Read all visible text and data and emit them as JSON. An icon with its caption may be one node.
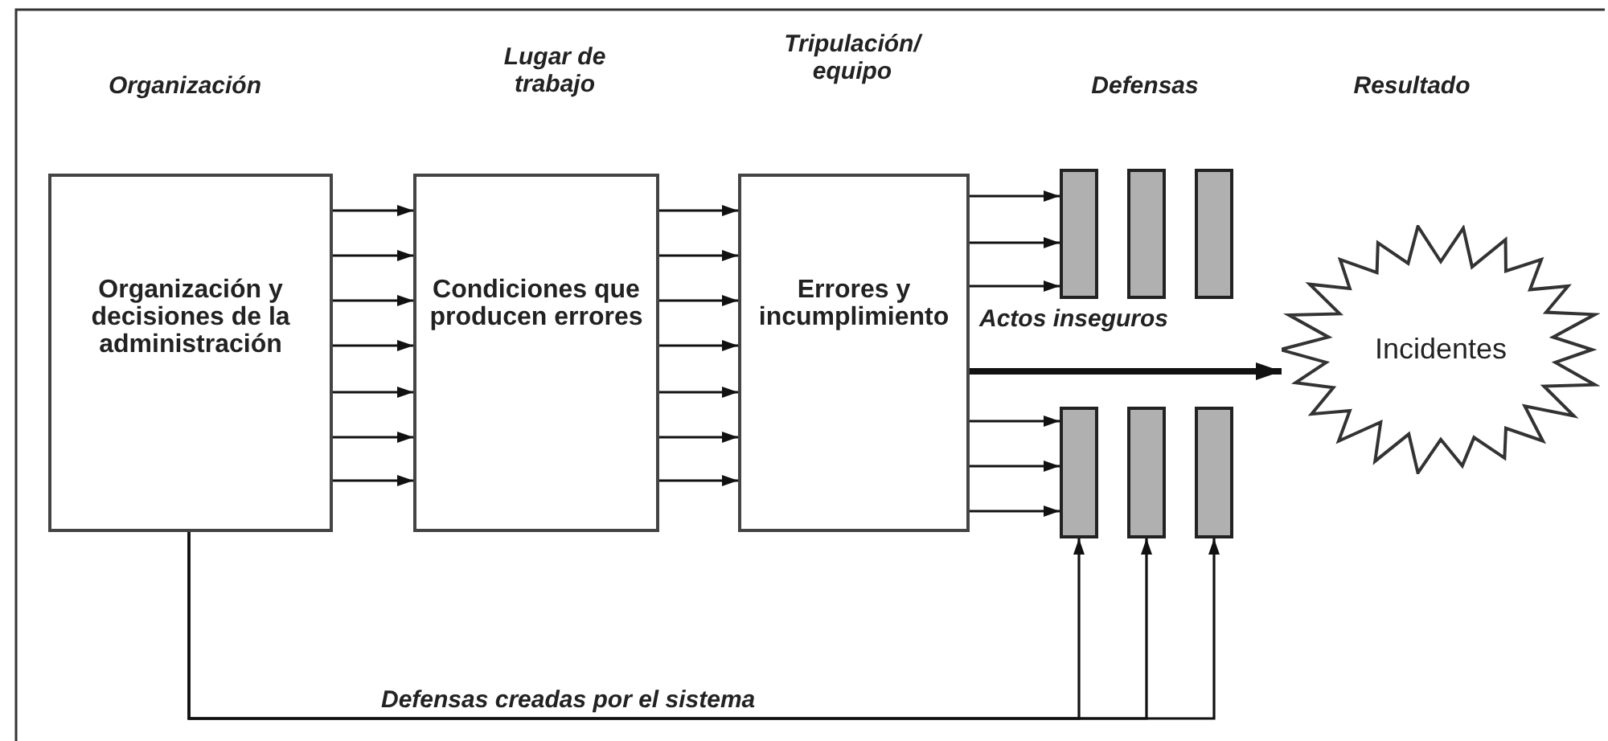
{
  "diagram": {
    "nodes": [
      {
        "text": [
          "Organización y decisiones de la administración"
        ]
      },
      {
        "text": [
          "Condiciones que producen errores"
        ]
      },
      {
        "text": [
          "Errores y incumplimiento"
        ]
      },
      {
        "text": [],
        "shape": "bar"
      },
      {
        "text": [],
        "shape": "bar"
      },
      {
        "text": [],
        "shape": "bar"
      },
      {
        "text": [],
        "shape": "bar"
      },
      {
        "text": [],
        "shape": "bar"
      },
      {
        "text": [],
        "shape": "bar"
      },
      {
        "text": [
          "Incidentes"
        ]
      }
    ],
    "edges": [
      {
        "from": 0,
        "to": 1,
        "arrow": "to"
      },
      {
        "from": 0,
        "to": 1,
        "arrow": "to"
      },
      {
        "from": 0,
        "to": 1,
        "arrow": "to"
      },
      {
        "from": 0,
        "to": 1,
        "arrow": "to"
      },
      {
        "from": 0,
        "to": 1,
        "arrow": "to"
      },
      {
        "from": 0,
        "to": 1,
        "arrow": "to"
      },
      {
        "from": 0,
        "to": 1,
        "arrow": "to"
      },
      {
        "from": 1,
        "to": 2,
        "arrow": "to"
      },
      {
        "from": 1,
        "to": 2,
        "arrow": "to"
      },
      {
        "from": 1,
        "to": 2,
        "arrow": "to"
      },
      {
        "from": 1,
        "to": 2,
        "arrow": "to"
      },
      {
        "from": 1,
        "to": 2,
        "arrow": "to"
      },
      {
        "from": 1,
        "to": 2,
        "arrow": "to"
      },
      {
        "from": 1,
        "to": 2,
        "arrow": "to"
      },
      {
        "from": 2,
        "to": 3,
        "arrow": "to"
      },
      {
        "from": 2,
        "to": 3,
        "arrow": "to"
      },
      {
        "from": 2,
        "to": 3,
        "arrow": "to"
      },
      {
        "from": 2,
        "to": 9,
        "arrow": "to",
        "label": "Actos inseguros",
        "style": "thick"
      },
      {
        "from": 2,
        "to": 6,
        "arrow": "to"
      },
      {
        "from": 2,
        "to": 6,
        "arrow": "to"
      },
      {
        "from": 2,
        "to": 6,
        "arrow": "to"
      },
      {
        "from": 0,
        "to": 6,
        "arrow": "to"
      },
      {
        "from": 0,
        "to": 7,
        "arrow": "to"
      },
      {
        "from": 0,
        "to": 8,
        "arrow": "to",
        "label": "Defensas creadas por el sistema"
      }
    ],
    "labels": [
      "Organización",
      "Lugar de trabajo",
      "Tripulación/ equipo",
      "Defensas",
      "Resultado"
    ]
  }
}
